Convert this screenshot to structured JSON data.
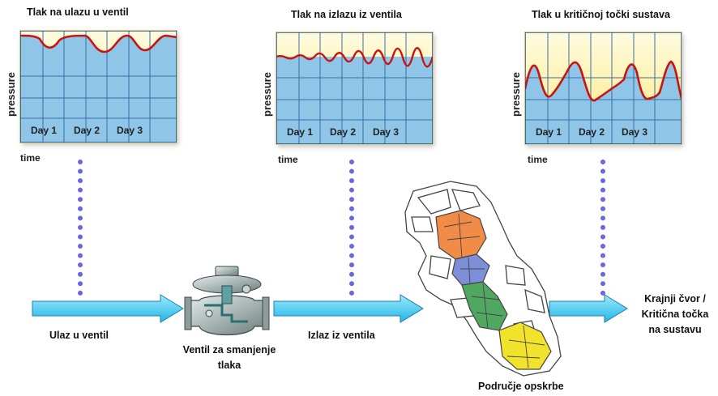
{
  "charts": [
    {
      "title": "Tlak na ulazu u ventil",
      "ylabel": "pressure",
      "xlabel": "time",
      "days": [
        "Day 1",
        "Day 2",
        "Day 3"
      ],
      "curve": "inlet-high-with-dips"
    },
    {
      "title": "Tlak na izlazu iz ventila",
      "ylabel": "pressure",
      "xlabel": "time",
      "days": [
        "Day 1",
        "Day 2",
        "Day 3"
      ],
      "curve": "outlet-flat"
    },
    {
      "title": "Tlak u kritičnoj točki sustava",
      "ylabel": "pressure",
      "xlabel": "time",
      "days": [
        "Day 1",
        "Day 2",
        "Day 3"
      ],
      "curve": "critical-point-large-swings"
    }
  ],
  "labels": {
    "inlet": "Ulaz u ventil",
    "valve_line1": "Ventil za smanjenje",
    "valve_line2": "tlaka",
    "outlet": "Izlaz iz ventila",
    "area": "Područje opskrbe",
    "end_line1": "Krajnji čvor /",
    "end_line2": "Kritična točka",
    "end_line3": "na sustavu"
  },
  "colors": {
    "chart_top": "#fff6b0",
    "chart_blue": "#8fc6e8",
    "curve": "#cc1111",
    "grid": "#3a6fa8",
    "arrow": "#38c7ee",
    "dots": "#6a66e0",
    "zone_orange": "#f08c48",
    "zone_blue": "#7d8fd9",
    "zone_green": "#4fa760",
    "zone_yellow": "#f1e32c"
  }
}
